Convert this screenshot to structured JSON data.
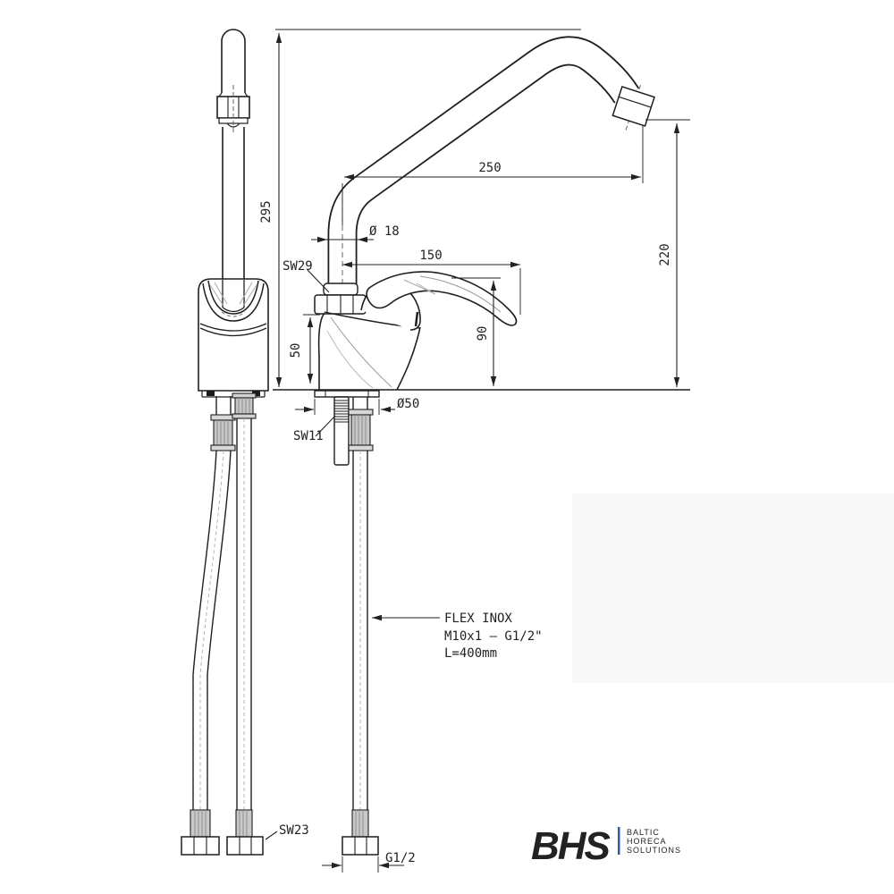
{
  "drawing": {
    "dimensions": {
      "overall_height": "295",
      "spout_reach": "250",
      "outlet_height": "220",
      "spout_pipe_diameter": "Ø 18",
      "handle_reach": "150",
      "handle_height": "90",
      "body_height": "50",
      "base_diameter": "Ø50"
    },
    "labels": {
      "spout_nut_wrench": "SW29",
      "mounting_stud_wrench": "SW11",
      "hose_nut_wrench": "SW23",
      "connection_thread": "G1/2"
    },
    "notes": {
      "flex": [
        "FLEX INOX",
        "M10x1 – G1/2\"",
        "L=400mm"
      ]
    },
    "line_color": "#222222"
  },
  "logo": {
    "brand": "BHS",
    "tagline": [
      "BALTIC",
      "HORECA",
      "SOLUTIONS"
    ],
    "color": "#2d5ea7"
  }
}
